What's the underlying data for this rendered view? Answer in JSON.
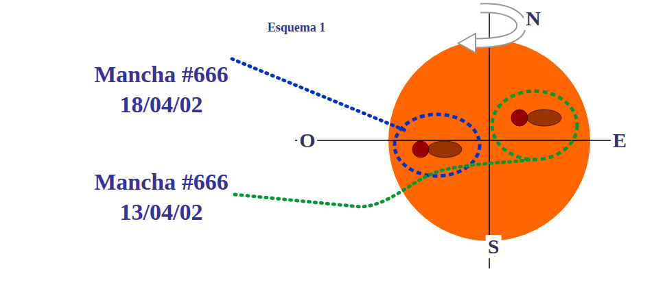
{
  "diagram": {
    "title": "Esquema 1",
    "labels": [
      "N",
      "O",
      "E",
      "S",
      "Mancha #666 18/04/02",
      "Mancha #666 13/04/02"
    ]
  }
}
